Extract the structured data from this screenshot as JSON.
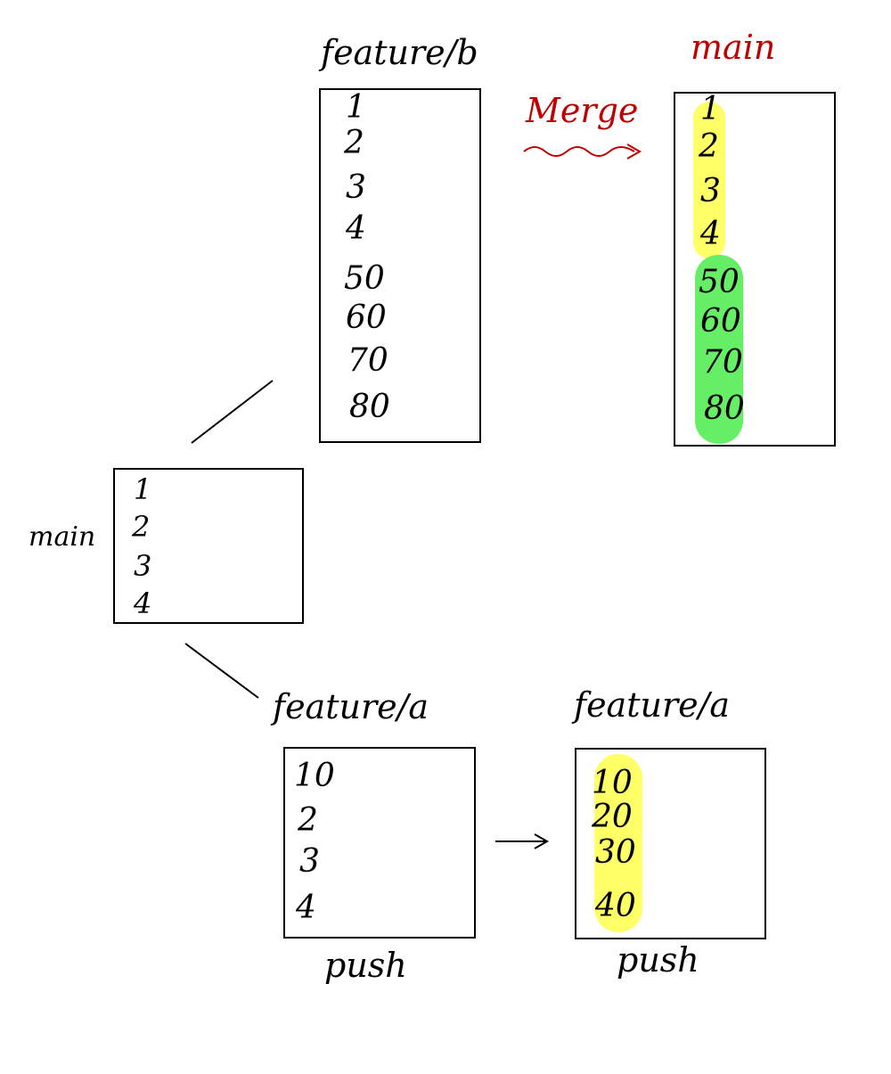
{
  "colors": {
    "ink": "#000000",
    "merge_red": "#c00000",
    "highlight_yellow": "#ffff66",
    "highlight_green": "#66ee66"
  },
  "main_left": {
    "label": "main",
    "lines": [
      "1",
      "2",
      "3",
      "4"
    ]
  },
  "feature_b": {
    "label": "feature/b",
    "lines": [
      "1",
      "2",
      "3",
      "4",
      "50",
      "60",
      "70",
      "80"
    ]
  },
  "merge": {
    "label": "Merge"
  },
  "main_right": {
    "label": "main",
    "lines": [
      "1",
      "2",
      "3",
      "4",
      "50",
      "60",
      "70",
      "80"
    ]
  },
  "feature_a_before": {
    "label": "feature/a",
    "lines": [
      "10",
      "2",
      "3",
      "4"
    ],
    "caption": "push"
  },
  "feature_a_after": {
    "label": "feature/a",
    "lines": [
      "10",
      "20",
      "30",
      "40"
    ],
    "caption": "push"
  }
}
